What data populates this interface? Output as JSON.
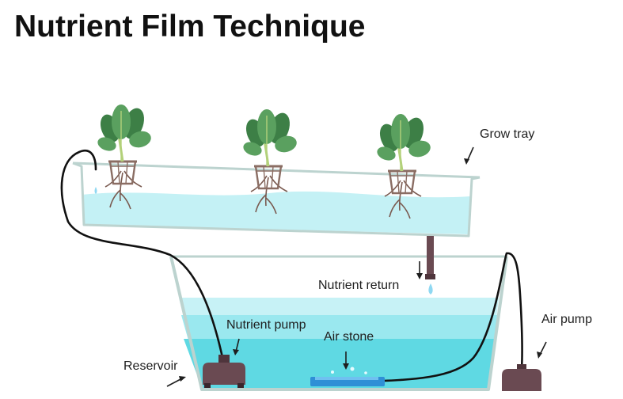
{
  "title": "Nutrient Film Technique",
  "labels": {
    "grow_tray": "Grow tray",
    "nutrient_return": "Nutrient return",
    "nutrient_pump": "Nutrient pump",
    "air_stone": "Air stone",
    "air_pump": "Air pump",
    "reservoir": "Reservoir"
  },
  "colors": {
    "water_light": "#c7f2f6",
    "water_mid": "#9ae8ef",
    "water_deep": "#5fd9e3",
    "tray_outline": "#bcd3cf",
    "plant_leaf": "#5aa05f",
    "plant_leaf_dark": "#3d7f46",
    "plant_stem": "#b3d17a",
    "pot": "#8a6d63",
    "roots": "#7a5a50",
    "pump": "#6a4a52",
    "air_stone": "#2f8fd6",
    "tube": "#111111"
  },
  "icons": [
    "plant-icon",
    "pump-icon",
    "air-stone-icon",
    "arrow-icon"
  ]
}
